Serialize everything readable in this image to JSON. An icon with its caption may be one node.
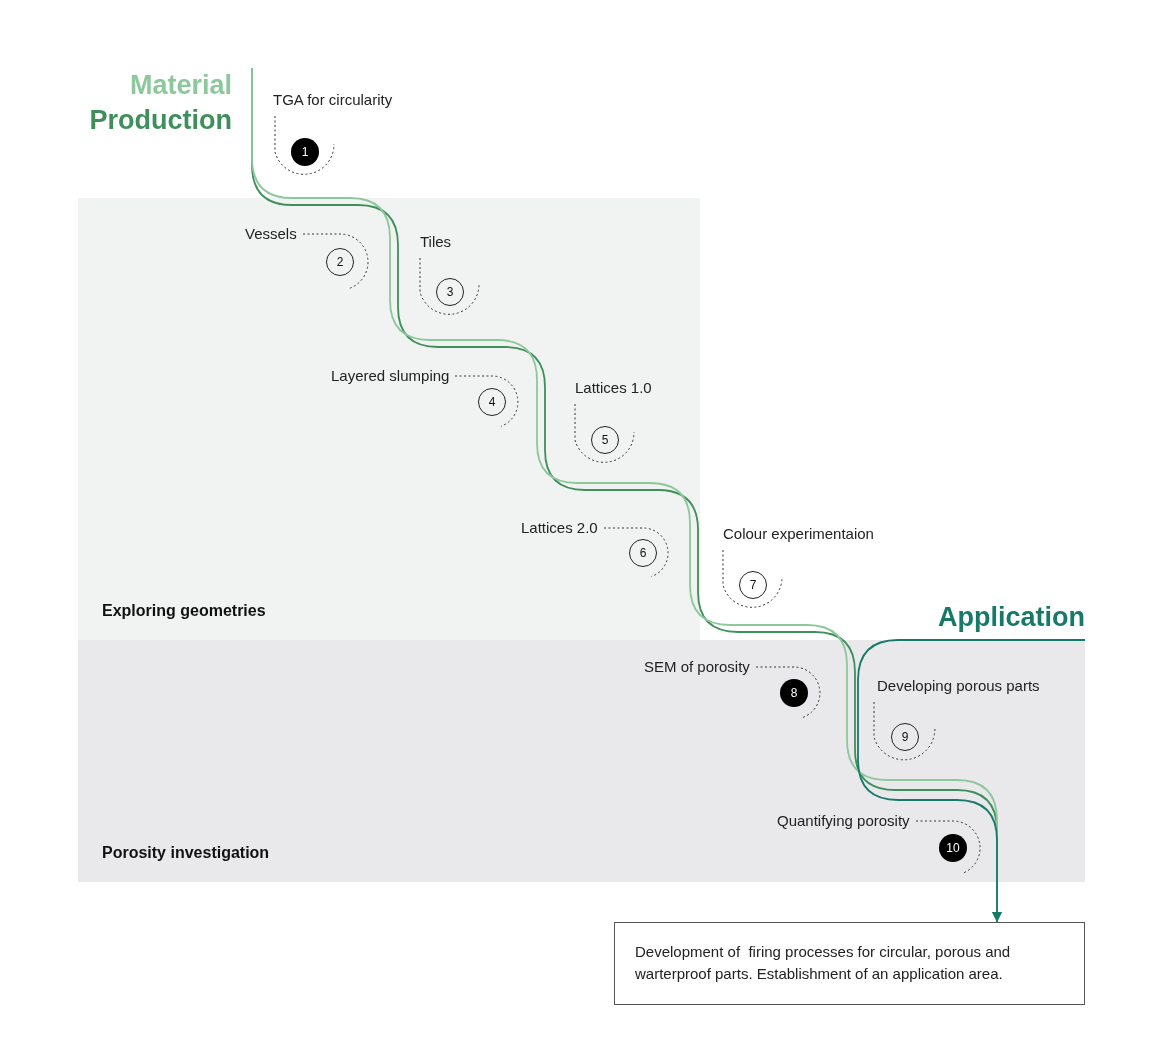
{
  "diagram": {
    "nodes": [
      {
        "text": [
          "Material",
          "Production"
        ]
      },
      {
        "text": [
          "Exploring geometries"
        ]
      },
      {
        "text": [
          "1"
        ],
        "beside": [
          "TGA for circularity"
        ]
      },
      {
        "text": [
          "2"
        ],
        "beside": [
          "Vessels"
        ],
        "in": 1
      },
      {
        "text": [
          "3"
        ],
        "beside": [
          "Tiles"
        ],
        "in": 1
      },
      {
        "text": [
          "4"
        ],
        "beside": [
          "Layered slumping"
        ],
        "in": 1
      },
      {
        "text": [
          "5"
        ],
        "beside": [
          "Lattices 1.0"
        ],
        "in": 1
      },
      {
        "text": [
          "6"
        ],
        "beside": [
          "Lattices 2.0"
        ],
        "in": 1
      },
      {
        "text": [
          "7"
        ],
        "beside": [
          "Colour experimentaion"
        ]
      },
      {
        "text": [
          "Application"
        ]
      },
      {
        "text": [
          "Porosity investigation"
        ]
      },
      {
        "text": [
          "8"
        ],
        "beside": [
          "SEM of porosity"
        ],
        "in": 10
      },
      {
        "text": [
          "9"
        ],
        "beside": [
          "Developing porous parts"
        ],
        "in": 10
      },
      {
        "text": [
          "10"
        ],
        "beside": [
          "Quantifying porosity"
        ],
        "in": 10
      },
      {
        "text": [
          "Development of  firing processes for circular, porous and warterproof parts. Establishment of an application area."
        ]
      }
    ],
    "edges": [
      {
        "from": 0,
        "to": 14,
        "arrow": "to",
        "color": "#3f8f5c"
      },
      {
        "from": 0,
        "to": 14,
        "arrow": "to",
        "color": "#8dc79c"
      },
      {
        "from": 9,
        "to": 14,
        "arrow": "to",
        "color": "#17796a"
      }
    ]
  }
}
